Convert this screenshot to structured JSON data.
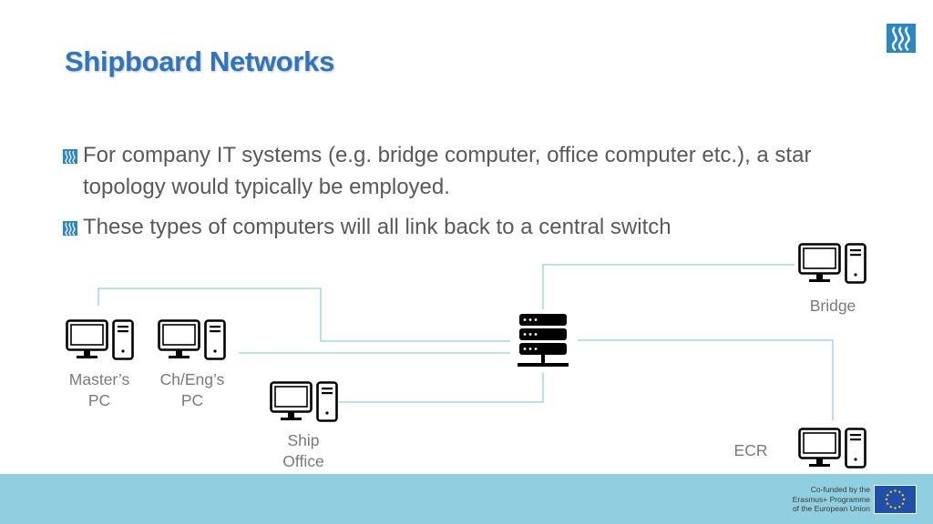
{
  "slide": {
    "title": "Shipboard Networks",
    "bullets": [
      {
        "text": "For company IT systems (e.g. bridge computer, office computer etc.), a star topology would typically be employed."
      },
      {
        "text": "These types of computers will all link back to a central switch"
      }
    ]
  },
  "diagram": {
    "nodes": {
      "master": "Master’s PC",
      "cheng": "Ch/Eng’s PC",
      "office": "Ship Office",
      "bridge": "Bridge",
      "ecr": "ECR"
    },
    "icons": {
      "computer": "desktop-computer-icon",
      "switch": "network-switch-icon"
    }
  },
  "footer": {
    "funding_line1": "Co-funded by the",
    "funding_line2": "Erasmus+ Programme",
    "funding_line3": "of the European Union"
  },
  "colors": {
    "title": "#2f74c0",
    "body_text": "#595959",
    "label_text": "#7a7a7a",
    "connector": "#8fd2dc",
    "footer_bg": "#8fcfdf",
    "eu_blue": "#1f4fa8",
    "eu_star": "#ffd200",
    "logo_blue": "#2a86c7"
  }
}
